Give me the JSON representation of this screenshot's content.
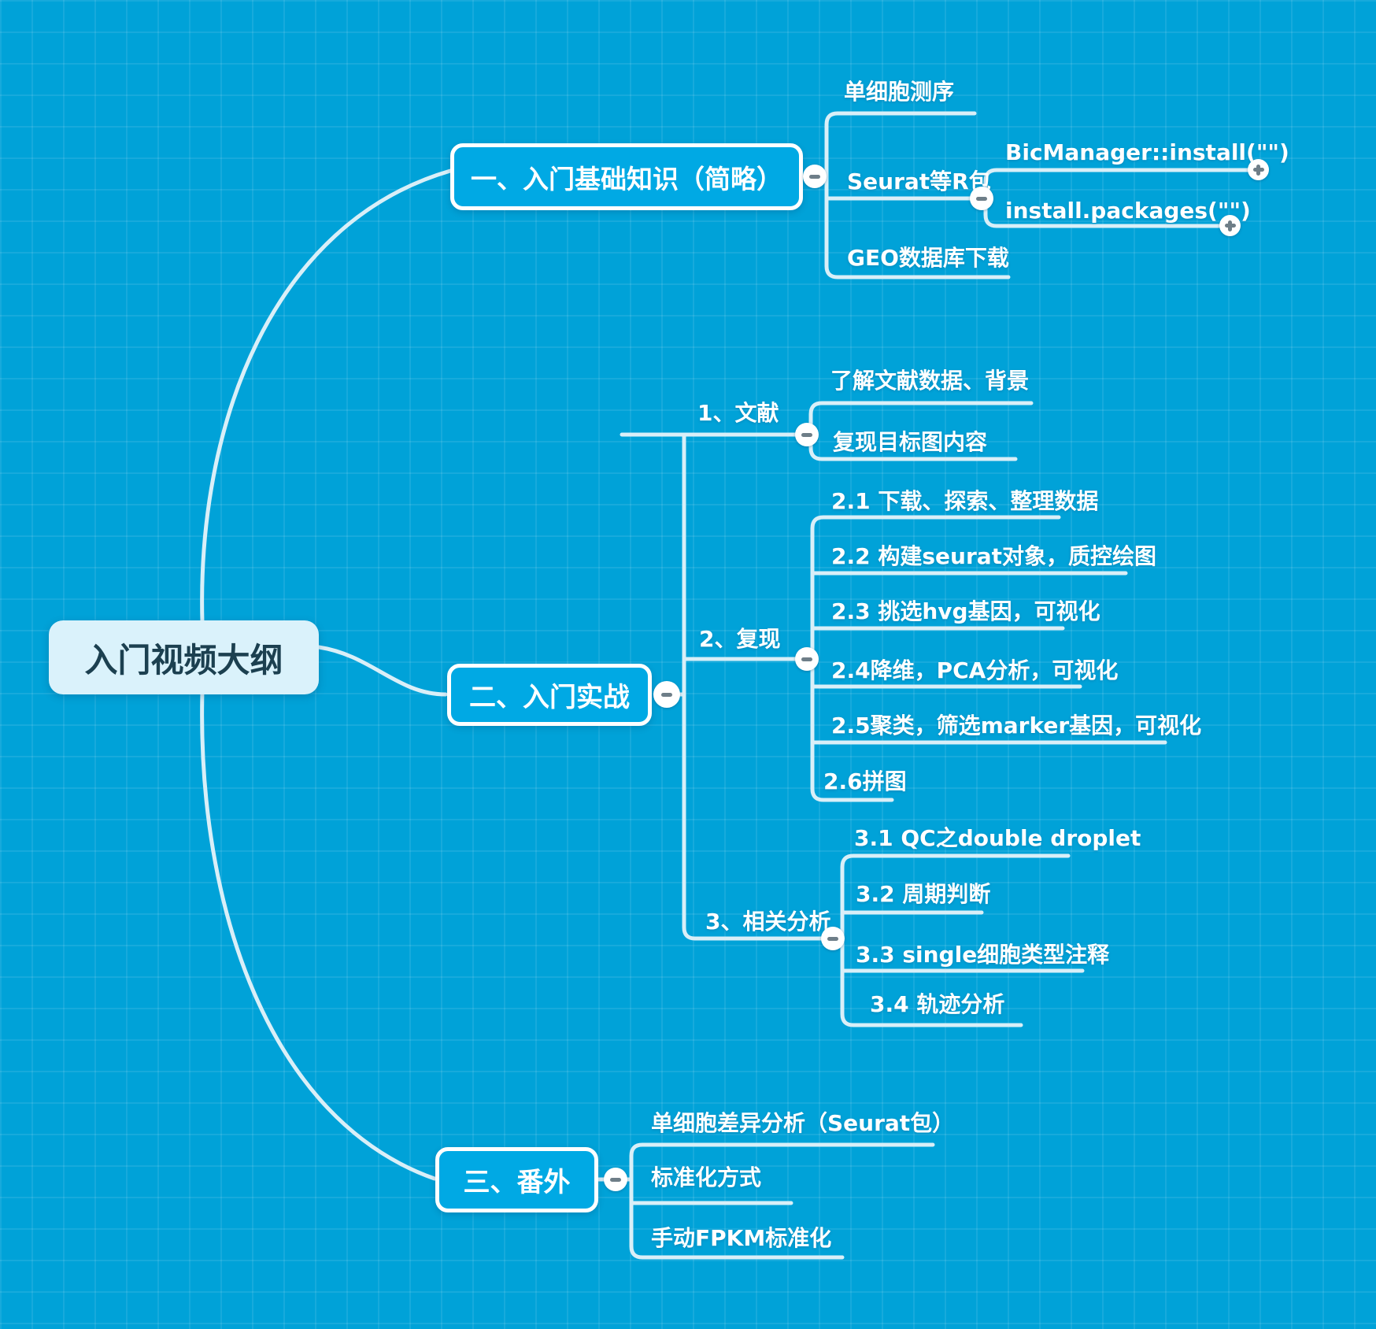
{
  "mindmap": {
    "root": {
      "label": "入门视频大纲"
    },
    "branches": [
      {
        "label": "一、入门基础知识（简略）",
        "children": [
          {
            "label": "单细胞测序"
          },
          {
            "label": "Seurat等R包",
            "children": [
              {
                "label": "BicManager::install(\"\")"
              },
              {
                "label": "install.packages(\"\")"
              }
            ]
          },
          {
            "label": "GEO数据库下载"
          }
        ]
      },
      {
        "label": "二、入门实战",
        "children": [
          {
            "label": "1、文献",
            "children": [
              {
                "label": "了解文献数据、背景"
              },
              {
                "label": "复现目标图内容"
              }
            ]
          },
          {
            "label": "2、复现",
            "children": [
              {
                "label": "2.1 下载、探索、整理数据"
              },
              {
                "label": "2.2 构建seurat对象，质控绘图"
              },
              {
                "label": "2.3 挑选hvg基因，可视化"
              },
              {
                "label": "2.4降维，PCA分析，可视化"
              },
              {
                "label": "2.5聚类，筛选marker基因，可视化"
              },
              {
                "label": "2.6拼图"
              }
            ]
          },
          {
            "label": "3、相关分析",
            "children": [
              {
                "label": "3.1 QC之double droplet"
              },
              {
                "label": "3.2 周期判断"
              },
              {
                "label": "3.3 single细胞类型注释"
              },
              {
                "label": "3.4 轨迹分析"
              }
            ]
          }
        ]
      },
      {
        "label": "三、番外",
        "children": [
          {
            "label": "单细胞差异分析（Seurat包）"
          },
          {
            "label": "标准化方式"
          },
          {
            "label": "手动FPKM标准化"
          }
        ]
      }
    ]
  },
  "colors": {
    "background": "#00a2d8",
    "grid_line": "rgba(255,255,255,0.09)",
    "topic_fill": "#00a9e4",
    "topic_border": "#ffffff",
    "root_fill": "#daf2fb",
    "root_text": "#1c4050",
    "connector": "#d9eff8",
    "button_glyph": "#6e7e88"
  }
}
